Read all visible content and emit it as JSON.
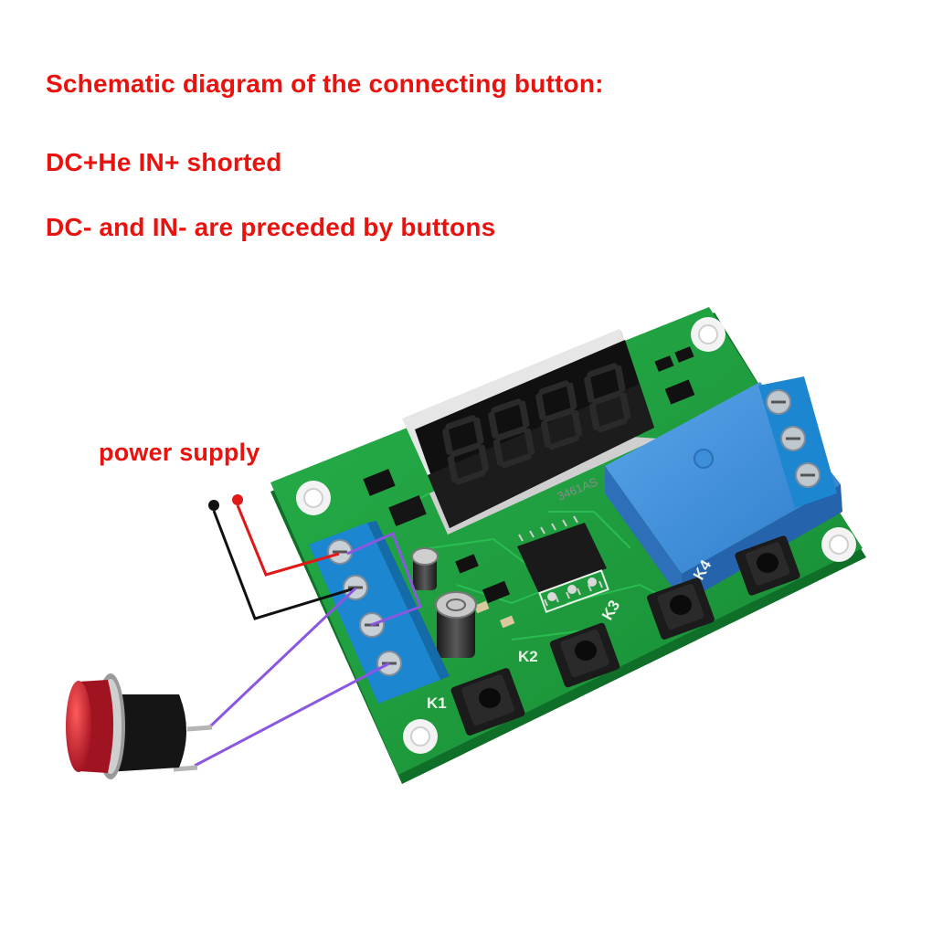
{
  "captions": {
    "title": "Schematic diagram of the connecting button:",
    "line1": "DC+He IN+ shorted",
    "line2": "DC- and IN- are preceded by buttons"
  },
  "labels": {
    "power_supply": "power supply",
    "buttons": [
      "K1",
      "K2",
      "K3",
      "K4"
    ],
    "display_part": "3461AS",
    "display_digits": "8.8.8.8."
  },
  "colors": {
    "caption_text": "#e8130f",
    "pcb": "#1e9e3c",
    "terminal_block": "#1c86d0",
    "relay": "#3c8fd8",
    "wire_positive": "#e01818",
    "wire_negative": "#111111",
    "wire_button": "#8a58e0",
    "push_button_cap": "#c81a28"
  }
}
